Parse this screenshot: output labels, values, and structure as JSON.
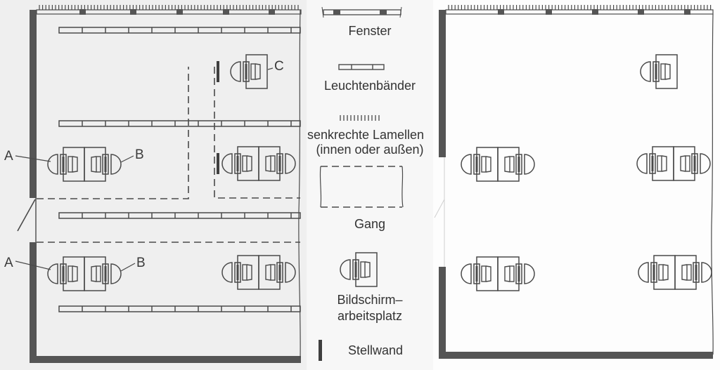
{
  "diagram": {
    "title": "Office floor plan with screen workstations (Bildschirmarbeitsplätze)",
    "colors": {
      "wall": "#555555",
      "line": "#4a4a4a",
      "stellwand": "#3f3f3f",
      "background_left": "#efefef",
      "background_right": "#fdfdfd"
    },
    "left_plan": {
      "labels": {
        "a_top": "A",
        "b_top": "B",
        "c": "C",
        "a_bottom": "A",
        "b_bottom": "B"
      }
    },
    "legend": {
      "items": [
        {
          "id": "fenster",
          "icon": "window-icon",
          "label": "Fenster"
        },
        {
          "id": "leuchtenbaender",
          "icon": "light-strip-icon",
          "label": "Leuchtenbänder"
        },
        {
          "id": "lamellen",
          "icon": "vertical-louvres-icon",
          "label_line1": "senkrechte Lamellen",
          "label_line2": "(innen oder außen)"
        },
        {
          "id": "gang",
          "icon": "aisle-icon",
          "label": "Gang"
        },
        {
          "id": "bildschirmarbeitsplatz",
          "icon": "screen-workstation-icon",
          "label_line1": "Bildschirm–",
          "label_line2": "arbeitsplatz"
        },
        {
          "id": "stellwand",
          "icon": "partition-wall-icon",
          "label": "Stellwand"
        }
      ]
    }
  }
}
